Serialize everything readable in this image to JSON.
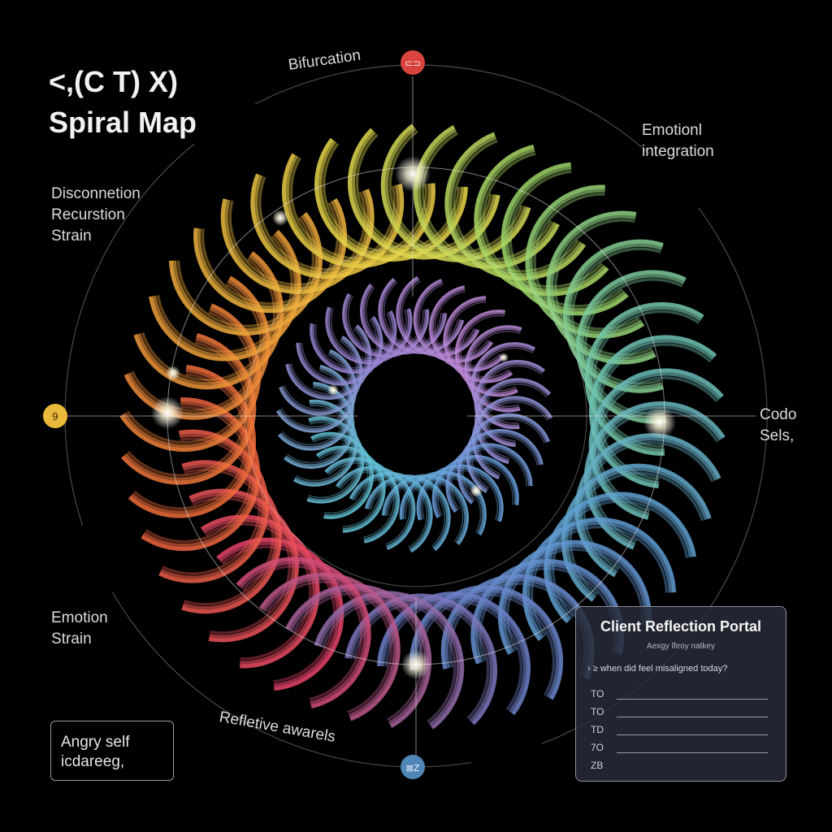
{
  "title": {
    "line1": "<,(C T) X)",
    "line2": "Spiral Map"
  },
  "labels": {
    "bifurcation": "Bifurcation",
    "emotional_integration": [
      "Emotionl",
      "integration"
    ],
    "disconnection": [
      "Disconnetion",
      "Recurstion",
      "Strain"
    ],
    "codo": [
      "Codo",
      "Sels,"
    ],
    "emotion_strain": [
      "Emotion",
      "Strain"
    ],
    "reflective": "Refletive awarels"
  },
  "nodes": {
    "top": "⊂⊃",
    "left": "9",
    "bottom": "⊠Z"
  },
  "badge": {
    "line1": "Angry self",
    "line2": "icdareeg,"
  },
  "portal": {
    "title": "Client Reflection Portal",
    "subtitle": "Aexgy lfeoy natkey",
    "question": "› ≥ when did feel misaligned today?",
    "rows": [
      "TO",
      "TO",
      "TD",
      "7O",
      "ZB"
    ]
  },
  "colors": {
    "background": "#000000",
    "node_top": "#d9453e",
    "node_left": "#e8b93b",
    "node_bottom": "#4f86b5",
    "outer_gradient": [
      "#e8436a",
      "#ef6a3a",
      "#f0a63a",
      "#e9d94a",
      "#9ed66a",
      "#6fc6b4",
      "#5f9fd6",
      "#6d7fc8"
    ],
    "inner_gradient": [
      "#6aa0e0",
      "#63c7d8",
      "#9a86d6",
      "#c28ad8"
    ]
  }
}
